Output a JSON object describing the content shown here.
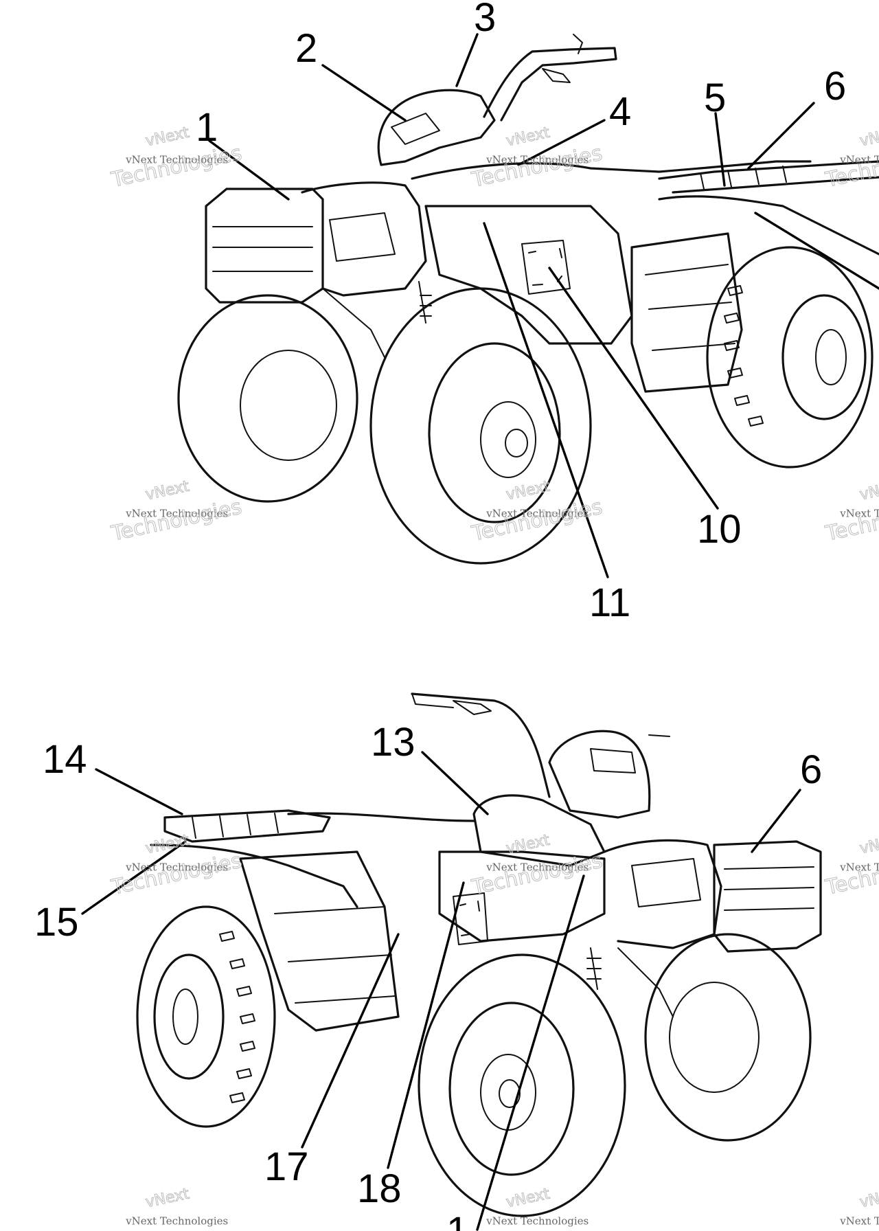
{
  "watermark": {
    "line1": "vNext",
    "line2": "vNext Technologies",
    "line3": "Technologies"
  },
  "callouts": {
    "c1": "1",
    "c2": "2",
    "c3": "3",
    "c4": "4",
    "c5": "5",
    "c6_top": "6",
    "c10": "10",
    "c11": "11",
    "c13": "13",
    "c14": "14",
    "c15": "15",
    "c6_bottom": "6",
    "c17": "17",
    "c18": "18",
    "c19_partial": "1"
  },
  "colors": {
    "line": "#111111",
    "background": "#ffffff",
    "watermark": "#bdbdbd"
  }
}
